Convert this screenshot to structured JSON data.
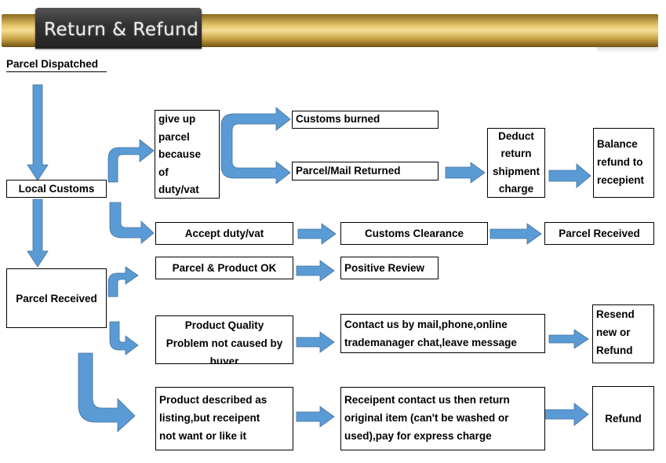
{
  "header": {
    "title": "Return & Refund"
  },
  "nodes": {
    "parcel_dispatched": "Parcel Dispatched",
    "local_customs": "Local Customs",
    "give_up": [
      "give up",
      "parcel",
      "because",
      "of",
      "duty/vat"
    ],
    "customs_burned": "Customs burned",
    "parcel_mail_returned": "Parcel/Mail Returned",
    "deduct": [
      "Deduct",
      "return",
      "shipment",
      "charge"
    ],
    "balance": [
      "Balance",
      "refund to",
      "recepient"
    ],
    "accept_duty": "Accept duty/vat",
    "customs_clearance": "Customs Clearance",
    "parcel_received_right": "Parcel Received",
    "parcel_received_left": "Parcel Received",
    "parcel_product_ok": "Parcel & Product OK",
    "positive_review": "Positive Review",
    "quality_problem": [
      "Product Quality",
      "Problem not caused by",
      "buyer"
    ],
    "contact_us": [
      "Contact us by mail,phone,online",
      "trademanager chat,leave message"
    ],
    "resend": [
      "Resend",
      "new or",
      "Refund"
    ],
    "described": [
      "Product described as",
      "listing,but receipent",
      "not want or like it"
    ],
    "receipent_contact": [
      "Receipent contact us then return",
      "original item (can't be washed or",
      "used),pay for express charge"
    ],
    "refund": "Refund"
  },
  "colors": {
    "arrow": "#5b9bd5",
    "arrow_stroke": "#41719c"
  }
}
